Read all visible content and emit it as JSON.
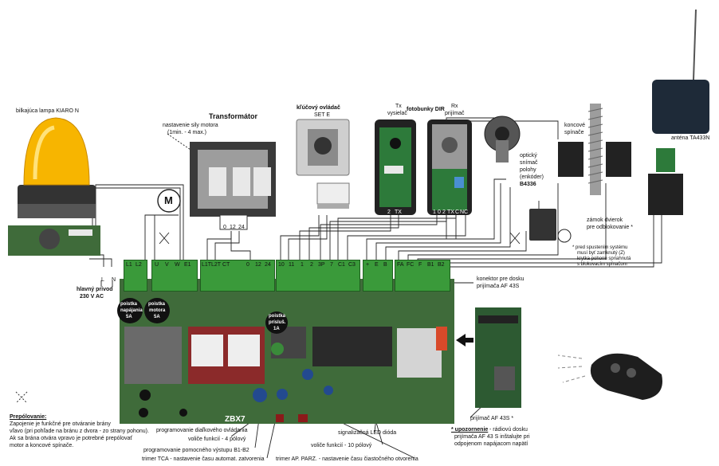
{
  "labels": {
    "lamp": "bilkajúca lampa KIARO N",
    "transformer_title": "Transformátor",
    "motor_force": "nastavenie sily motora",
    "motor_force_range": "(1min. - 4 max.)",
    "key_switch": "kľúčový ovládač",
    "key_switch_model": "SET E",
    "tx": "Tx",
    "tx_sub": "vysielač",
    "photocells": "fotobunky DIR",
    "rx": "Rx",
    "rx_sub": "prijímač",
    "encoder_1": "optický",
    "encoder_2": "snímač",
    "encoder_3": "polohy",
    "encoder_4": "(enkóder)",
    "encoder_model": "B4336",
    "limit_1": "koncové",
    "limit_2": "spínače",
    "antenna": "anténa TA433N",
    "lock": "zámok dvierok",
    "lock_sub": "pre odblokovanie *",
    "lock_note_1": "* pred spustením systému",
    "lock_note_2": "musí byť zamknutý (Z)",
    "lock_note_3": "kryt­ka  pohonu spriahnutá",
    "lock_note_4": "s blokovacím spínačom",
    "mains_1": "hlavný prívod",
    "mains_2": "230 V AC",
    "mains_L": "L",
    "mains_N": "N",
    "connector_1": "konektor pre dosku",
    "connector_2": "prijímača AF 43S",
    "fuse_mains_1": "poistka",
    "fuse_mains_2": "napájania",
    "fuse_mains_3": "5A",
    "fuse_motor_1": "poistka",
    "fuse_motor_2": "motora",
    "fuse_motor_3": "5A",
    "fuse_acc_1": "poistka",
    "fuse_acc_2": "prísluš.",
    "fuse_acc_3": "1A",
    "board_model": "ZBX7",
    "receiver_board": "prijímač AF 43S *",
    "warning_title": "* upozornenie",
    "warning_1": "- rádiovú dosku",
    "warning_2": "prijímača AF 43 S  inštalujte pri",
    "warning_3": "odpojenom napájacom napätí",
    "led": "signalizačná LED dióda",
    "dip10": "voliče funkcií - 10 pólový",
    "dip4": "voliče funkcií - 4 pólový",
    "prog_remote": "programovanie diaľkového ovládania",
    "prog_aux": "programovanie pomocného výstupu B1-B2",
    "trim_tca": "trimer TCA - nastavenie času automat. zatvorenia",
    "trim_ap": "trimer AP. PARZ. - nastavenie času čiastočného otvorenia",
    "prepol_title": "Prepólovanie:",
    "prepol_1": "Zapojenie je funkčné pre otváranie brány",
    "prepol_2": "vľavo (pri pohľade na bránu z dvora - zo strany pohonu).",
    "prepol_3": "Ak sa brána otvára vpravo je potrebné prepólovať",
    "prepol_4": "motor a koncové spínače.",
    "motor": "M"
  },
  "terminals": {
    "block1": [
      "L1",
      "L2"
    ],
    "block2": [
      "U",
      "V",
      "W",
      "E1"
    ],
    "block3": [
      "L1T",
      "L2T",
      "CT",
      "0",
      "12",
      "24"
    ],
    "block4": [
      "10",
      "11",
      "1",
      "2",
      "3P",
      "7",
      "C1",
      "C3"
    ],
    "block5": [
      "+",
      "E",
      "B"
    ],
    "block6": [
      "FA",
      "FC",
      "F",
      "B1",
      "B2"
    ],
    "transformer_pins": [
      "0",
      "12",
      "24"
    ],
    "tx_pins": [
      "2",
      "TX"
    ],
    "rx_pins": [
      "1",
      "0",
      "2",
      "TX",
      "C",
      "NC"
    ]
  },
  "colors": {
    "terminal_green": "#3a9a3a",
    "pcb_green": "#3f6b3a",
    "lamp_yellow": "#f7b500",
    "wire": "#222222"
  }
}
